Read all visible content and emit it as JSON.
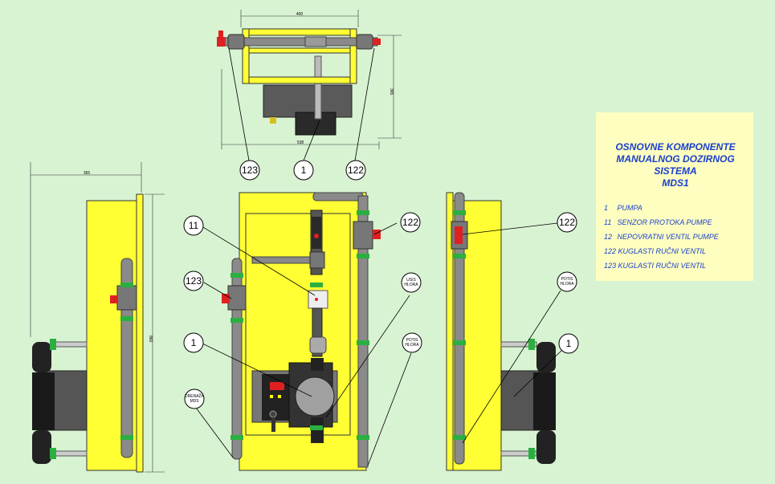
{
  "legend": {
    "title_line1": "OSNOVNE KOMPONENTE",
    "title_line2": "MANUALNOG DOZIRNOG SISTEMA",
    "title_line3": "MDS1",
    "items": [
      {
        "num": "1",
        "label": "PUMPA"
      },
      {
        "num": "11",
        "label": "SENZOR PROTOKA PUMPE"
      },
      {
        "num": "12",
        "label": "NEPOVRATNI VENTIL PUMPE"
      },
      {
        "num": "122",
        "label": "KUGLASTI RUČNI VENTIL"
      },
      {
        "num": "123",
        "label": "KUGLASTI RUČNI VENTIL"
      }
    ]
  },
  "dimensions": {
    "top_width": "400",
    "top_depth": "365",
    "top_bottom_width": "538",
    "side_depth": "365",
    "side_height": "860"
  },
  "callouts": {
    "pump": "1",
    "flow_sensor": "11",
    "valve_122": "122",
    "valve_123": "123"
  },
  "tags": {
    "usis_l1": "USIS",
    "usis_l2": "HLORA",
    "potis_l1": "POTIS",
    "potis_l2": "HLORA",
    "drenaza_l1": "DRENAŽA",
    "drenaza_l2": "MDS"
  },
  "colors": {
    "background": "#d8f3d2",
    "panel": "#ffff33",
    "legend_bg": "#fefec0",
    "legend_text": "#1a3fd0",
    "valve": "#e02020",
    "pipe": "#8a8a8a"
  }
}
